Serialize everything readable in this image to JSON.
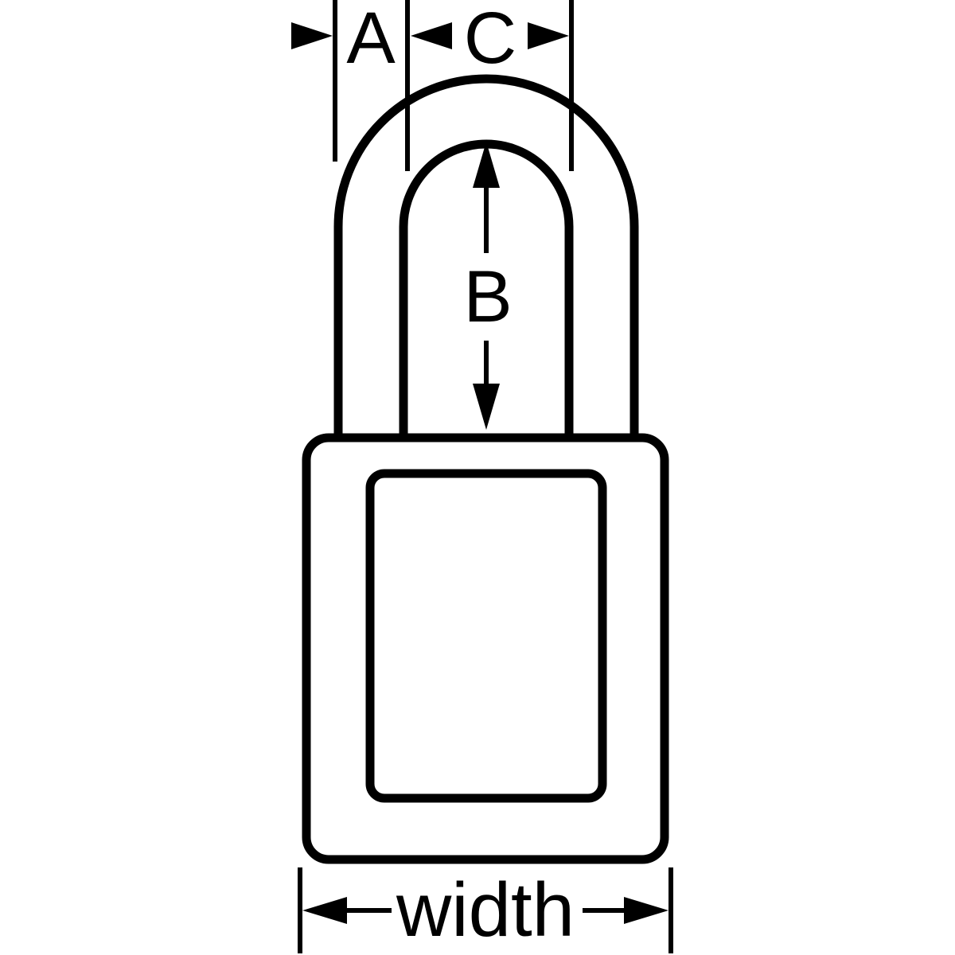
{
  "diagram": {
    "background_color": "#ffffff",
    "line_color": "#000000",
    "dimensions": {
      "a_label": "A",
      "b_label": "B",
      "c_label": "C",
      "width_label": "width"
    }
  }
}
